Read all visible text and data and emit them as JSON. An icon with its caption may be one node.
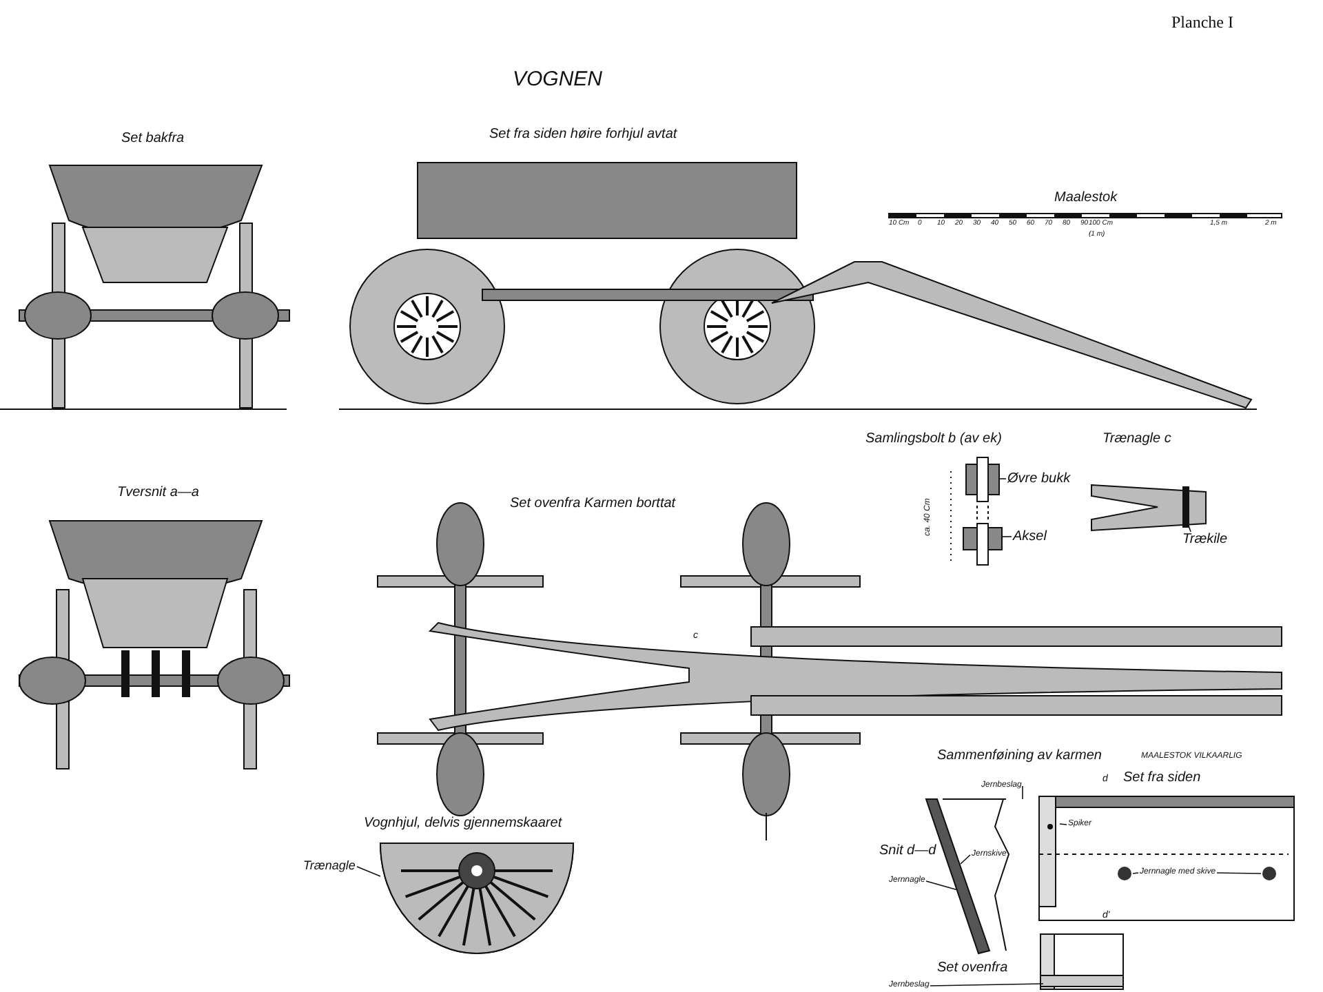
{
  "diagram": {
    "title": "VOGNEN",
    "nodes": [
      {
        "text": [
          "Øvre bukk"
        ]
      },
      {
        "text": [
          "Aksel"
        ]
      },
      {
        "text": [
          "Trækile"
        ]
      },
      {
        "text": [
          "Trænagle"
        ]
      },
      {
        "text": [
          "Jernbeslag"
        ]
      },
      {
        "text": [
          "Spiker"
        ]
      },
      {
        "text": [
          "Jernskive"
        ]
      },
      {
        "text": [
          "Jernnagle"
        ]
      },
      {
        "text": [
          "Jernnagle med skive"
        ]
      },
      {
        "text": [
          "Jernbeslag"
        ]
      },
      {
        "text": [],
        "shape": "box"
      },
      {
        "text": [],
        "shape": "box"
      }
    ],
    "edges": [
      {
        "from": 0,
        "to": 10,
        "arrow": "none"
      },
      {
        "from": 1,
        "to": 11,
        "arrow": "none"
      },
      {
        "from": 2,
        "to": null,
        "arrow": "none"
      },
      {
        "from": 3,
        "to": null,
        "arrow": "none"
      },
      {
        "from": 4,
        "to": null,
        "arrow": "none"
      },
      {
        "from": 5,
        "to": null,
        "arrow": "none"
      },
      {
        "from": 6,
        "to": null,
        "arrow": "none"
      },
      {
        "from": 7,
        "to": null,
        "arrow": "none"
      },
      {
        "from": 8,
        "to": null,
        "arrow": "none"
      },
      {
        "from": 8,
        "to": null,
        "arrow": "none"
      },
      {
        "from": 9,
        "to": null,
        "arrow": "none"
      }
    ],
    "labels": [
      "Planche I",
      "Set bakfra",
      "Set fra siden  høire forhjul avtat",
      "Maalestok",
      "10 Cm",
      "0",
      "10",
      "20",
      "30",
      "40",
      "50",
      "60",
      "70",
      "80",
      "90",
      "100 Cm",
      "(1 m)",
      "1,5 m",
      "2 m",
      "Tversnit a—a",
      "Set ovenfra  Karmen borttat",
      "Samlingsbolt b (av ek)",
      "Trænagle c",
      "ca. 40 Cm",
      "c",
      "Vognhjul, delvis gjennemskaaret",
      "Sammenføining av karmen",
      "MAALESTOK VILKAARLIG",
      "d",
      "Set fra siden",
      "Snit d—d",
      "d'",
      "Set ovenfra"
    ]
  }
}
